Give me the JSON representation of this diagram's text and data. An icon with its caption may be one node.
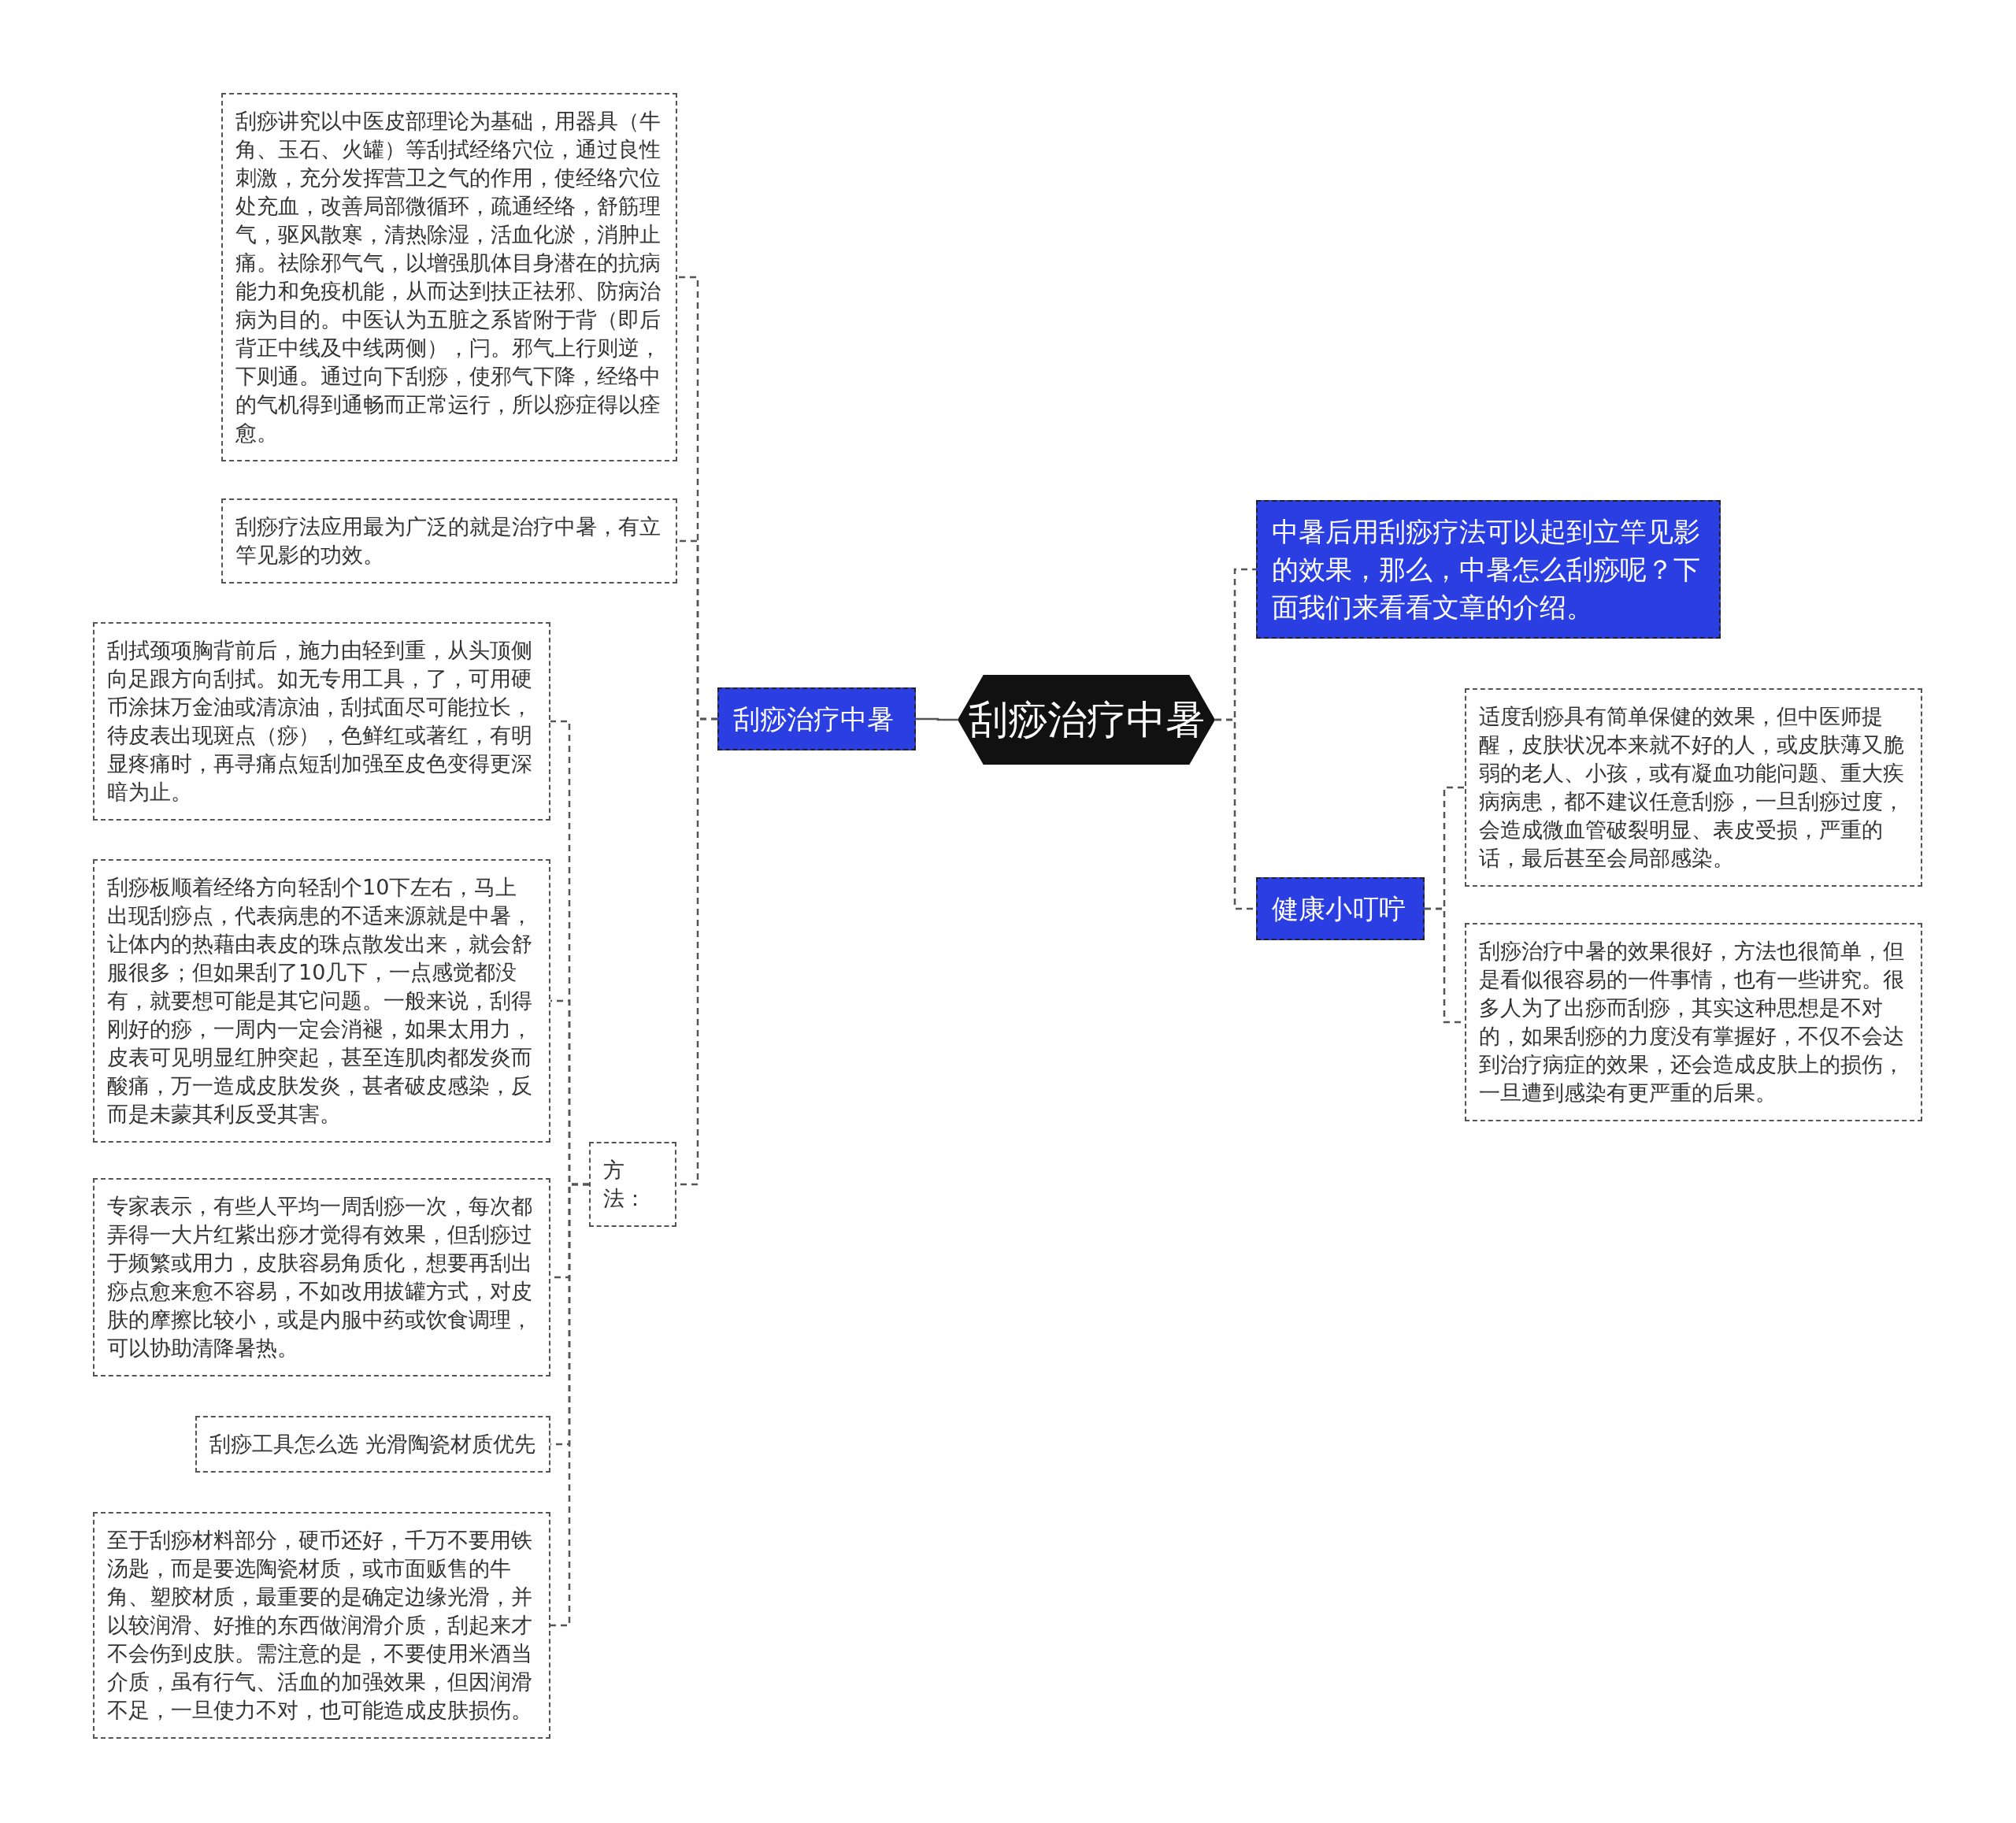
{
  "diagram": {
    "nodes": [
      {
        "text": [
          "刮痧治疗中暑"
        ]
      },
      {
        "text": [
          "刮痧治疗中暑"
        ]
      },
      {
        "text": [
          "刮痧讲究以中医皮部理论为基础，用器具（牛角、玉石、火罐）等刮拭经络穴位，通过良性刺激，充分发挥营卫之气的作用，使经络穴位处充血，改善局部微循环，疏通经络，舒筋理气，驱风散寒，清热除湿，活血化淤，消肿止痛。祛除邪气气，以增强肌体目身潜在的抗病能力和免疫机能，从而达到扶正祛邪、防病治病为目的。中医认为五脏之系皆附于背（即后背正中线及中线两侧），闩。邪气上行则逆，下则通。通过向下刮痧，使邪气下降，经络中的气机得到通畅而正常运行，所以痧症得以痊愈。"
        ]
      },
      {
        "text": [
          "刮痧疗法应用最为广泛的就是治疗中暑，有立竿见影的功效。"
        ]
      },
      {
        "text": [
          "方法："
        ]
      },
      {
        "text": [
          "刮拭颈项胸背前后，施力由轻到重，从头顶侧向足跟方向刮拭。如无专用工具，了，可用硬币涂抹万金油或清凉油，刮拭面尽可能拉长，待皮表出现斑点（痧），色鲜红或著红，有明显疼痛时，再寻痛点短刮加强至皮色变得更深暗为止。"
        ]
      },
      {
        "text": [
          "刮痧板顺着经络方向轻刮个10下左右，马上出现刮痧点，代表病患的不适来源就是中暑，让体内的热藉由表皮的珠点散发出来，就会舒服很多；但如果刮了10几下，一点感觉都没有，就要想可能是其它问题。一般来说，刮得刚好的痧，一周内一定会消褪，如果太用力，皮表可见明显红肿突起，甚至连肌肉都发炎而酸痛，万一造成皮肤发炎，甚者破皮感染，反而是未蒙其利反受其害。"
        ]
      },
      {
        "text": [
          "专家表示，有些人平均一周刮痧一次，每次都弄得一大片红紫出痧才觉得有效果，但刮痧过于频繁或用力，皮肤容易角质化，想要再刮出痧点愈来愈不容易，不如改用拔罐方式，对皮肤的摩擦比较小，或是内服中药或饮食调理，可以协助清降暑热。"
        ]
      },
      {
        "text": [
          "刮痧工具怎么选 光滑陶瓷材质优先"
        ]
      },
      {
        "text": [
          "至于刮痧材料部分，硬币还好，千万不要用铁汤匙，而是要选陶瓷材质，或市面贩售的牛角、塑胶材质，最重要的是确定边缘光滑，并以较润滑、好推的东西做润滑介质，刮起来才不会伤到皮肤。需注意的是，不要使用米酒当介质，虽有行气、活血的加强效果，但因润滑不足，一旦使力不对，也可能造成皮肤损伤。"
        ]
      },
      {
        "text": [
          "中暑后用刮痧疗法可以起到立竿见影的效果，那么，中暑怎么刮痧呢？下面我们来看看文章的介绍。"
        ]
      },
      {
        "text": [
          "健康小叮咛"
        ]
      },
      {
        "text": [
          "适度刮痧具有简单保健的效果，但中医师提醒，皮肤状况本来就不好的人，或皮肤薄又脆弱的老人、小孩，或有凝血功能问题、重大疾病病患，都不建议任意刮痧，一旦刮痧过度，会造成微血管破裂明显、表皮受损，严重的话，最后甚至会局部感染。"
        ]
      },
      {
        "text": [
          "刮痧治疗中暑的效果很好，方法也很简单，但是看似很容易的一件事情，也有一些讲究。很多人为了出痧而刮痧，其实这种思想是不对的，如果刮痧的力度没有掌握好，不仅不会达到治疗病症的效果，还会造成皮肤上的损伤，一旦遭到感染有更严重的后果。"
        ]
      }
    ],
    "edges": [
      {
        "from": 0,
        "to": 1,
        "arrow": "none"
      },
      {
        "from": 1,
        "to": 2,
        "arrow": "none",
        "style": "dashed"
      },
      {
        "from": 1,
        "to": 3,
        "arrow": "none",
        "style": "dashed"
      },
      {
        "from": 1,
        "to": 4,
        "arrow": "none",
        "style": "dashed"
      },
      {
        "from": 4,
        "to": 5,
        "arrow": "none",
        "style": "dashed"
      },
      {
        "from": 4,
        "to": 6,
        "arrow": "none",
        "style": "dashed"
      },
      {
        "from": 4,
        "to": 7,
        "arrow": "none",
        "style": "dashed"
      },
      {
        "from": 4,
        "to": 8,
        "arrow": "none",
        "style": "dashed"
      },
      {
        "from": 4,
        "to": 9,
        "arrow": "none",
        "style": "dashed"
      },
      {
        "from": 0,
        "to": 10,
        "arrow": "none",
        "style": "dashed"
      },
      {
        "from": 0,
        "to": 11,
        "arrow": "none",
        "style": "dashed"
      },
      {
        "from": 11,
        "to": 12,
        "arrow": "none",
        "style": "dashed"
      },
      {
        "from": 11,
        "to": 13,
        "arrow": "none",
        "style": "dashed"
      }
    ]
  }
}
